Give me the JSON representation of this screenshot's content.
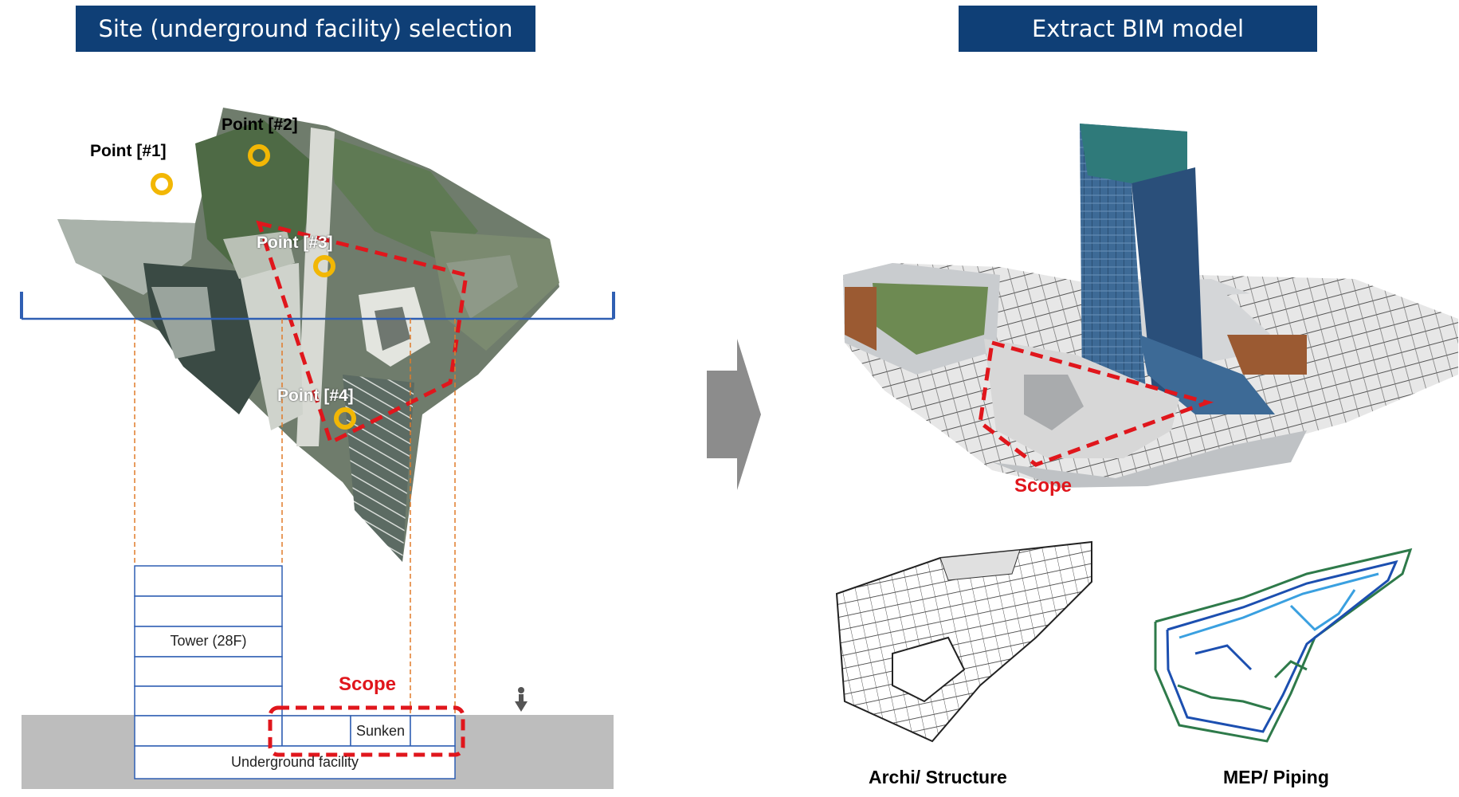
{
  "headers": {
    "left": "Site (underground facility) selection",
    "right": "Extract BIM model"
  },
  "points": [
    {
      "label": "Point [#1]"
    },
    {
      "label": "Point [#2]"
    },
    {
      "label": "Point [#3]"
    },
    {
      "label": "Point [#4]"
    }
  ],
  "section": {
    "tower_label": "Tower (28F)",
    "sunken_label": "Sunken",
    "underground_label": "Underground facility",
    "scope_label": "Scope"
  },
  "model": {
    "scope_label": "Scope",
    "archi_caption": "Archi/ Structure",
    "mep_caption": "MEP/ Piping"
  },
  "colors": {
    "banner": "#0f3f76",
    "scope": "#e0161c",
    "marker": "#f2b705",
    "section_line": "#2f5fb3",
    "projection": "#e07b2a",
    "ground": "#bdbdbd",
    "arrow": "#8c8c8c"
  }
}
